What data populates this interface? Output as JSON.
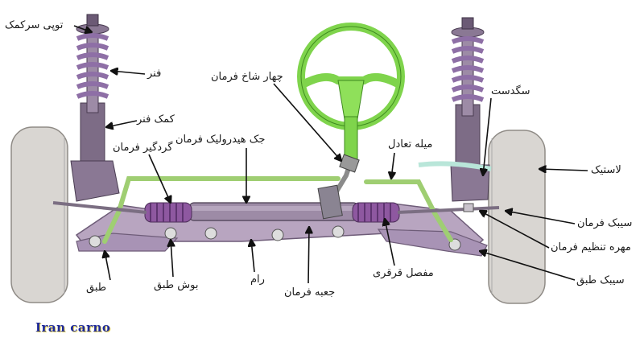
{
  "labels": {
    "strut_mount": "توپی سرکمک",
    "spring": "فنر",
    "shock_absorber": "کمک فنر",
    "dust_boot": "گردگیر فرمان",
    "hydraulic_ram": "جک هیدرولیک فرمان",
    "steering_spider": "چهار شاخ فرمان",
    "stabilizer_bar": "میله تعادل",
    "knuckle": "سگدست",
    "tire": "لاستیک",
    "tie_rod": "سیبک فرمان",
    "adjusting_nut": "مهره تنظیم فرمان",
    "lower_ball_joint": "سیبک طبق",
    "lower_arm": "طبق",
    "arm_bushing": "بوش طبق",
    "subframe": "رام",
    "steering_box": "جعبه فرمان",
    "universal_joint": "مفصل قرقری"
  },
  "logo": "Iran carno",
  "colors": {
    "wheel": "#d9d6d2",
    "spring": "#8e6fa6",
    "strut": "#7d6c86",
    "frame": "#b8a5c0",
    "steering_wheel": "#7fd44c",
    "green_bar": "#9fce72",
    "boot": "#8e58a0",
    "rack": "#9d8ba6"
  }
}
